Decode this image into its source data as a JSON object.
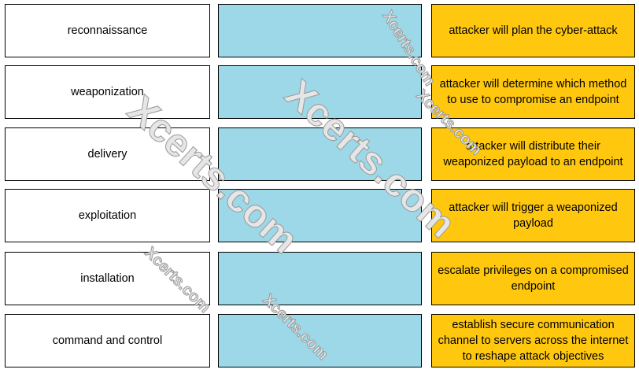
{
  "stages": [
    {
      "label": "reconnaissance",
      "description": "attacker will plan the cyber-attack"
    },
    {
      "label": "weaponization",
      "description": "attacker will determine which method to use to compromise an endpoint"
    },
    {
      "label": "delivery",
      "description": "attacker will distribute their weaponized payload to an endpoint"
    },
    {
      "label": "exploitation",
      "description": "attacker will trigger a weaponized payload"
    },
    {
      "label": "installation",
      "description": "escalate privileges on a compromised endpoint"
    },
    {
      "label": "command and control",
      "description": "establish secure communication channel to servers across the internet to reshape attack objectives"
    }
  ],
  "colors": {
    "drop_zone": "#9dd8e8",
    "answer": "#ffc80f"
  },
  "watermark": "Xcerts.com"
}
